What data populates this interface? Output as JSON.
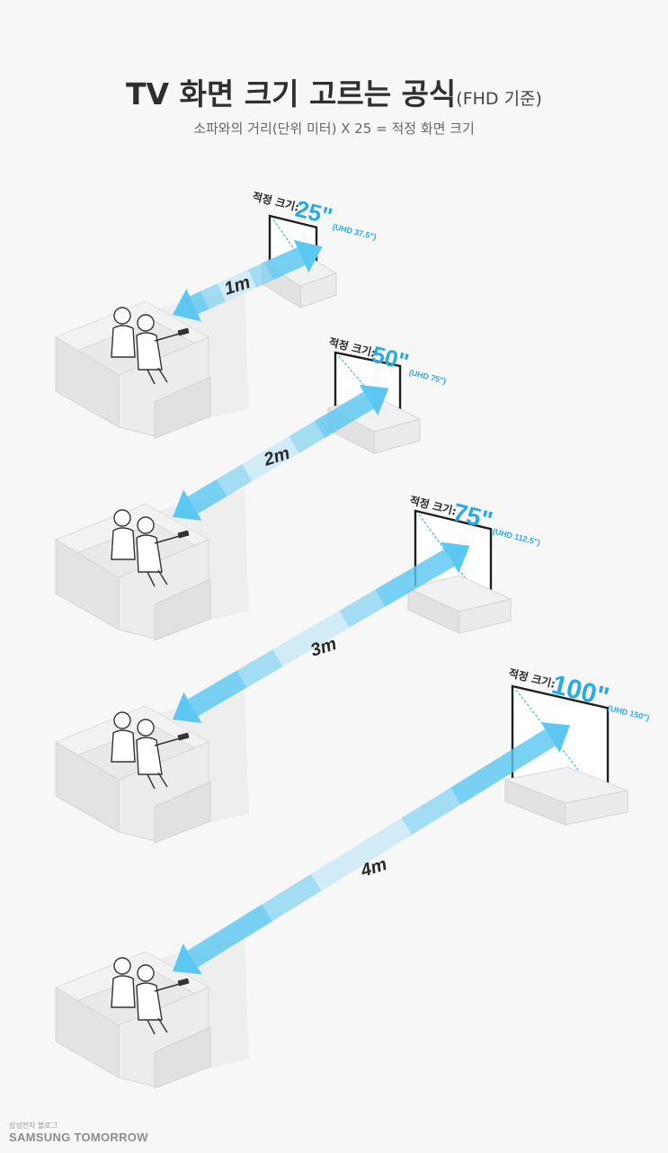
{
  "header": {
    "title": "TV 화면 크기 고르는 공식",
    "title_suffix": "(FHD 기준)",
    "subtitle": "소파와의 거리(단위 미터) X 25 = 적정 화면 크기"
  },
  "rows": [
    {
      "distance": "1m",
      "size_prefix": "적정 크기:",
      "size": "25\"",
      "uhd": "(UHD 37.5\")"
    },
    {
      "distance": "2m",
      "size_prefix": "적정 크기:",
      "size": "50\"",
      "uhd": "(UHD 75\")"
    },
    {
      "distance": "3m",
      "size_prefix": "적정 크기:",
      "size": "75\"",
      "uhd": "(UHD 112.5\")"
    },
    {
      "distance": "4m",
      "size_prefix": "적정 크기:",
      "size": "100\"",
      "uhd": "(UHD 150\")"
    }
  ],
  "footer": {
    "small": "삼성전자 블로그",
    "brand": "SAMSUNG TOMORROW"
  },
  "colors": {
    "accent": "#29abe2",
    "arrow": "#5cc8f2",
    "furniture": "#e6e6e6",
    "title": "#2f2f2f"
  },
  "icons": [
    "sofa-icon",
    "couple-icon",
    "remote-icon",
    "tv-icon",
    "tv-stand-icon",
    "distance-arrow-icon"
  ]
}
